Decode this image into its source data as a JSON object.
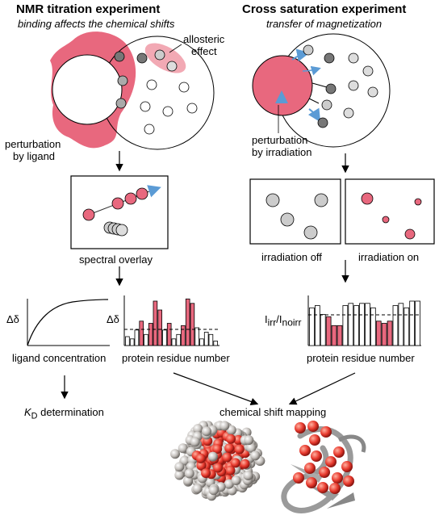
{
  "left_panel": {
    "title": "NMR titration experiment",
    "subtitle": "binding affects the chemical shifts",
    "allosteric_label_1": "allosteric",
    "allosteric_label_2": "effect",
    "perturbation_label_1": "perturbation",
    "perturbation_label_2": "by ligand",
    "spectral_overlay_label": "spectral overlay",
    "delta_label": "Δδ",
    "ligand_concentration_label": "ligand concentration",
    "residue_label": "protein residue number",
    "kd_label_prefix": "K",
    "kd_label_sub": "D",
    "kd_label_suffix": " determination"
  },
  "right_panel": {
    "title": "Cross saturation experiment",
    "subtitle": "transfer of magnetization",
    "perturbation_label_1": "perturbation",
    "perturbation_label_2": "by irradiation",
    "irradiation_off_label": "irradiation off",
    "irradiation_on_label": "irradiation on",
    "ratio_label_main": "I",
    "ratio_label_sub1": "irr",
    "ratio_label_mid": "/I",
    "ratio_label_sub2": "noirr",
    "residue_label": "protein residue number"
  },
  "bottom": {
    "mapping_label": "chemical shift mapping"
  },
  "colors": {
    "pink_fill": "#e8687e",
    "light_pink": "#f2a9b4",
    "red_sphere": "#e83a2e",
    "grey_sphere": "#c8c8c8",
    "arrow_blue": "#5b9bd5"
  },
  "chart_data": [
    {
      "type": "line",
      "title": "",
      "xlabel": "ligand concentration",
      "ylabel": "Δδ",
      "description_shape": "saturation curve"
    },
    {
      "type": "bar",
      "xlabel": "protein residue number",
      "ylabel": "Δδ",
      "values": [
        0.2,
        0.15,
        0.35,
        0.55,
        0.25,
        0.5,
        1.0,
        0.8,
        0.35,
        0.5,
        0.15,
        0.25,
        0.45,
        1.05,
        0.95,
        0.4,
        0.15,
        0.3,
        0.25,
        0.1
      ],
      "highlighted": [
        false,
        false,
        false,
        true,
        false,
        true,
        true,
        true,
        false,
        true,
        false,
        false,
        true,
        true,
        true,
        false,
        false,
        false,
        false,
        false
      ],
      "threshold": 0.4
    },
    {
      "type": "bar",
      "xlabel": "protein residue number",
      "ylabel": "Iirr/Inoirr",
      "values": [
        0.85,
        0.9,
        0.7,
        0.65,
        0.45,
        0.45,
        0.9,
        0.95,
        0.9,
        0.95,
        0.95,
        0.85,
        0.55,
        0.5,
        0.55,
        0.9,
        0.95,
        0.85,
        1.0,
        1.0
      ],
      "highlighted": [
        false,
        false,
        false,
        true,
        true,
        true,
        false,
        false,
        false,
        false,
        false,
        false,
        true,
        true,
        true,
        false,
        false,
        false,
        false,
        false
      ],
      "threshold": 0.75
    }
  ]
}
